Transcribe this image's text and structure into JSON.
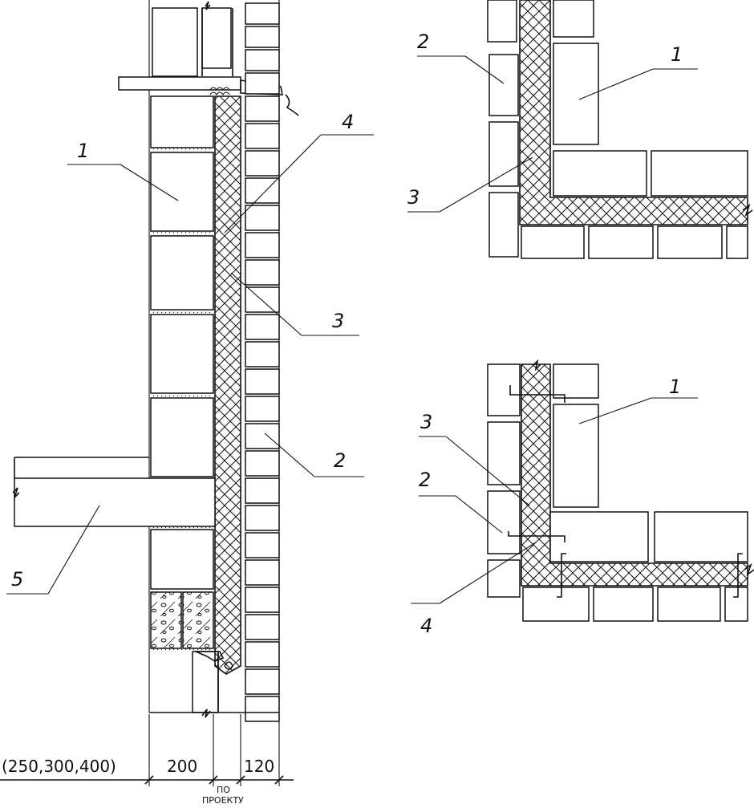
{
  "labels": {
    "inner_block": "1",
    "facing_brick": "2",
    "insulation": "3",
    "tie": "4",
    "slab": "5"
  },
  "dimensions": {
    "inner_options": "(250,300,400)",
    "insulation_width": "200",
    "facing_width": "120",
    "insulation_note_line1": "ПО",
    "insulation_note_line2": "ПРОЕКТУ"
  }
}
